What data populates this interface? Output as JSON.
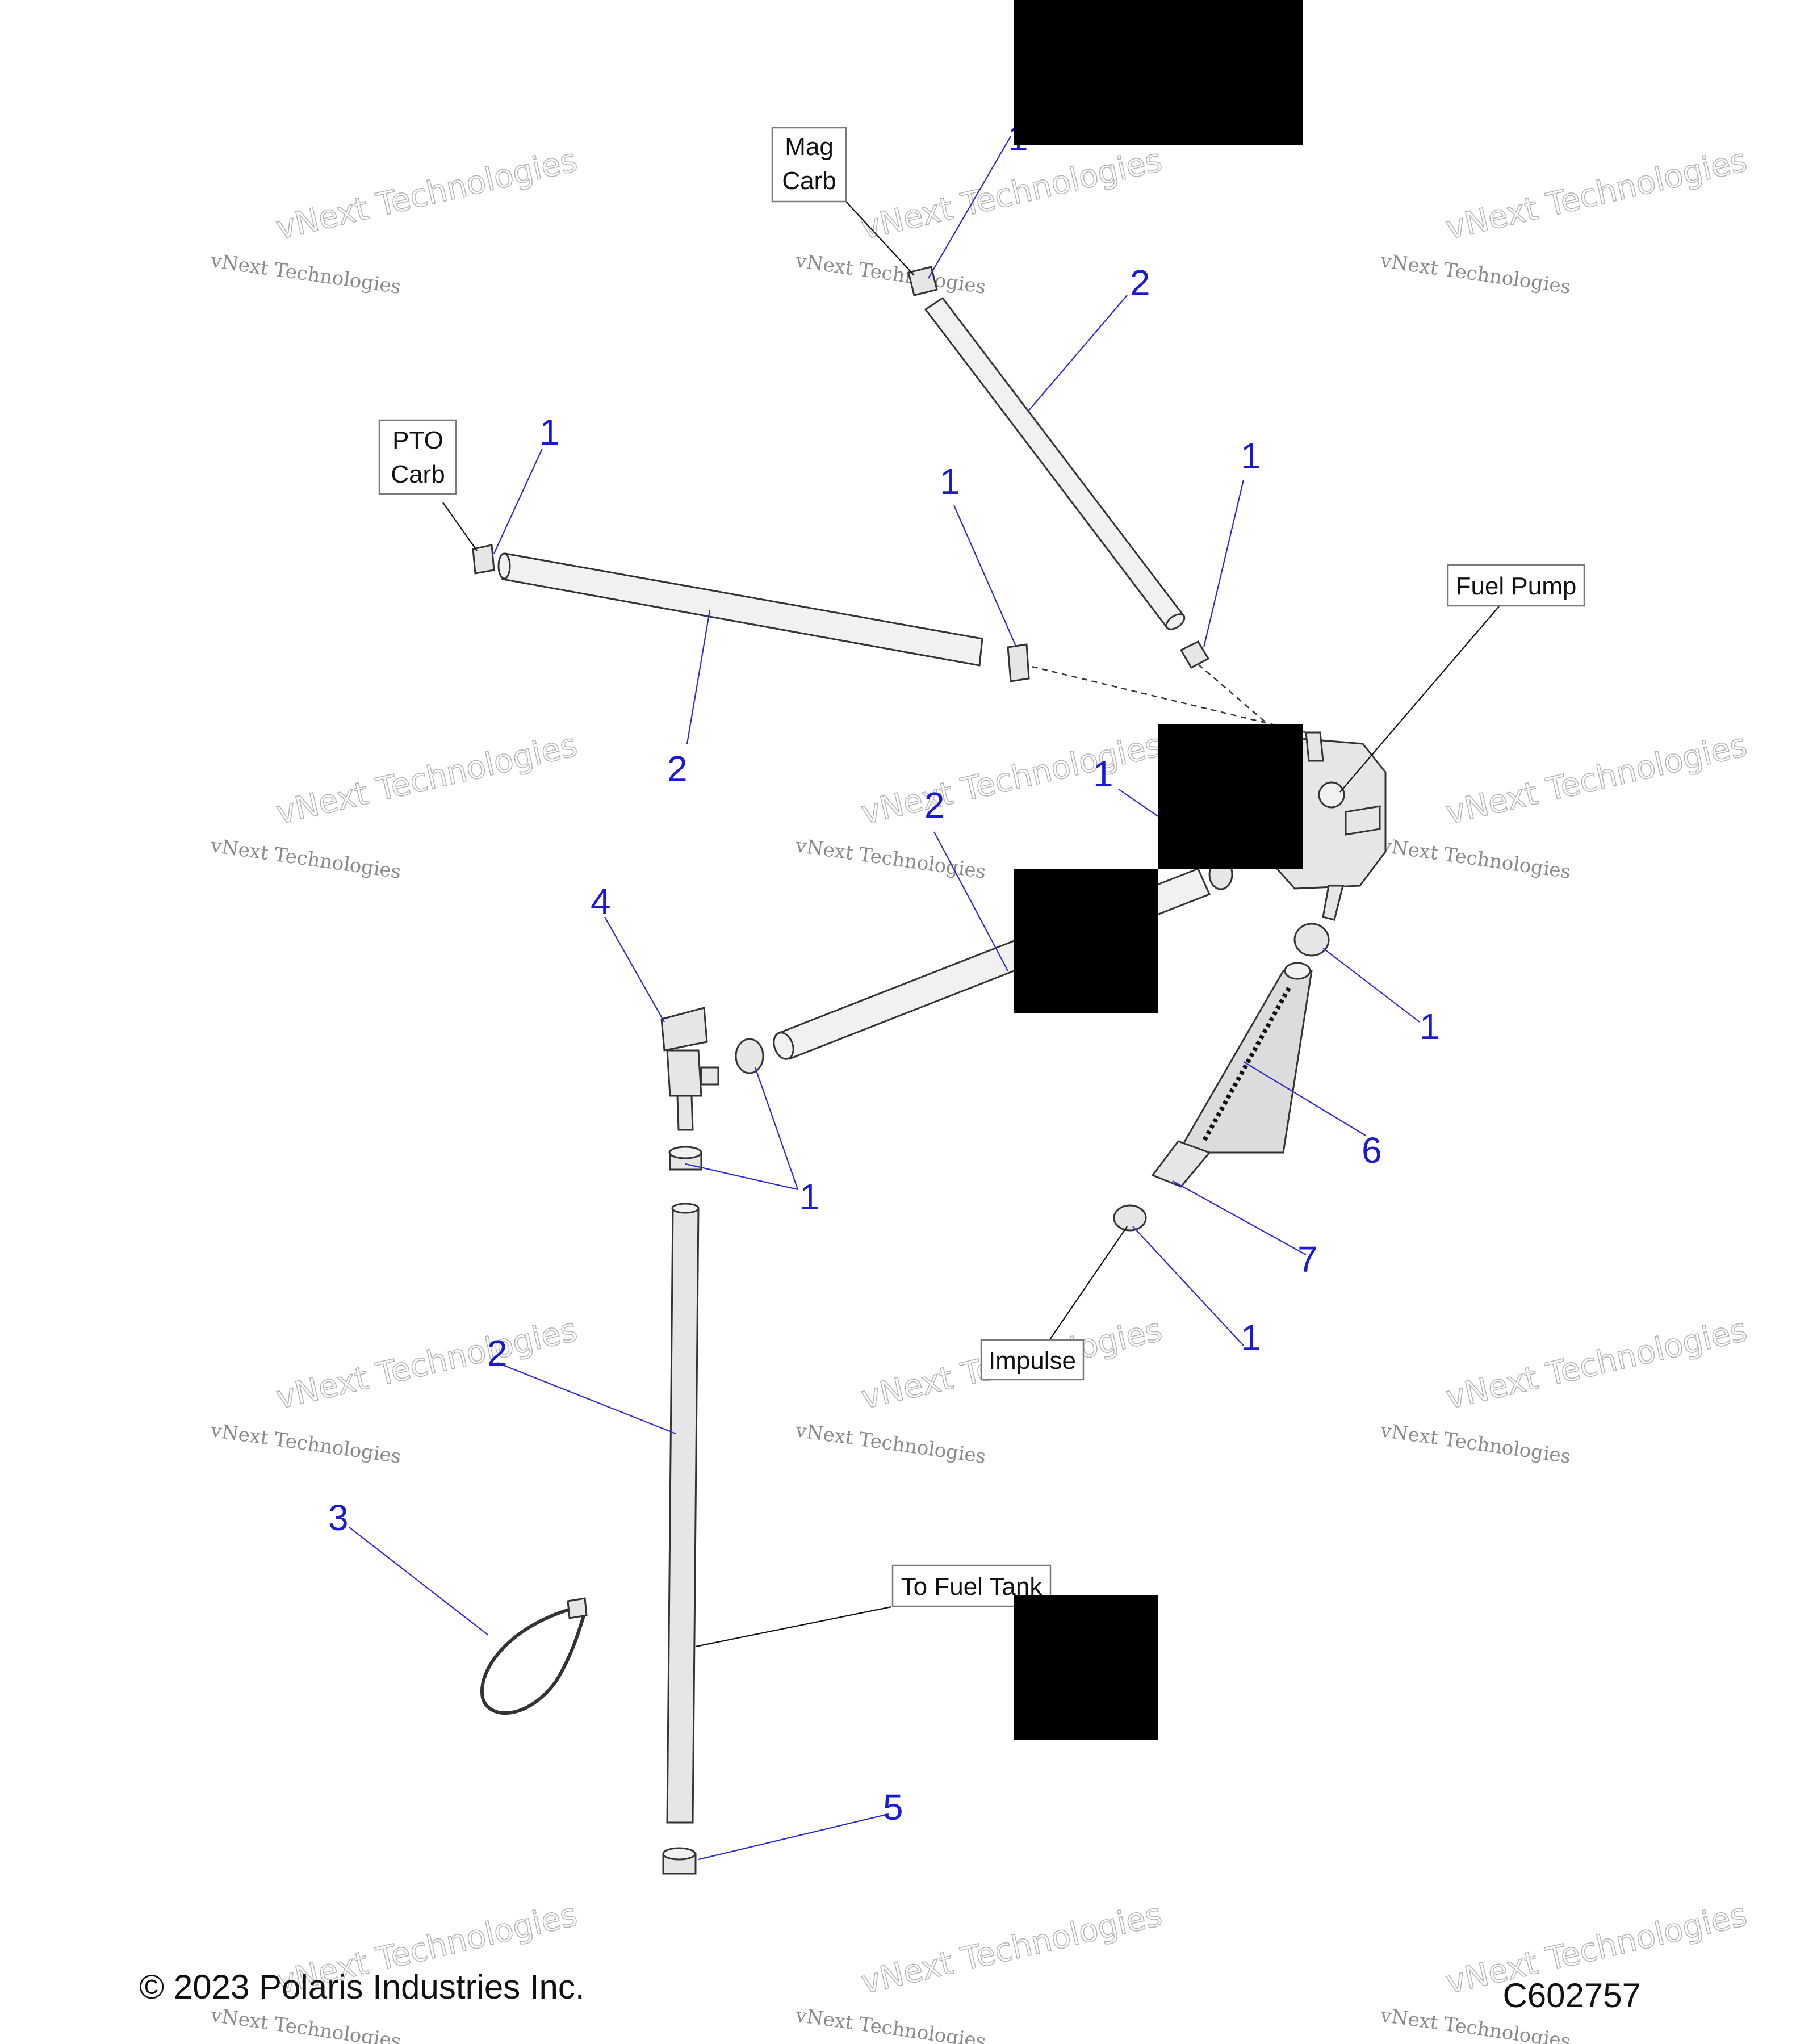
{
  "labels": {
    "mag_carb_line1": "Mag",
    "mag_carb_line2": "Carb",
    "pto_carb_line1": "PTO",
    "pto_carb_line2": "Carb",
    "fuel_pump": "Fuel Pump",
    "impulse": "Impulse",
    "to_fuel_tank": "To Fuel Tank"
  },
  "callouts": {
    "clamp_1": "1",
    "hose_2": "2",
    "cable_tie_3": "3",
    "valve_4": "4",
    "clamp_5": "5",
    "sleeve_6": "6",
    "hose_7": "7"
  },
  "watermark": {
    "line1": "vNext Technologies",
    "line2": "vNext Technologies"
  },
  "footer": {
    "copyright": "© 2023 Polaris Industries Inc.",
    "diagram_id": "C602757"
  }
}
